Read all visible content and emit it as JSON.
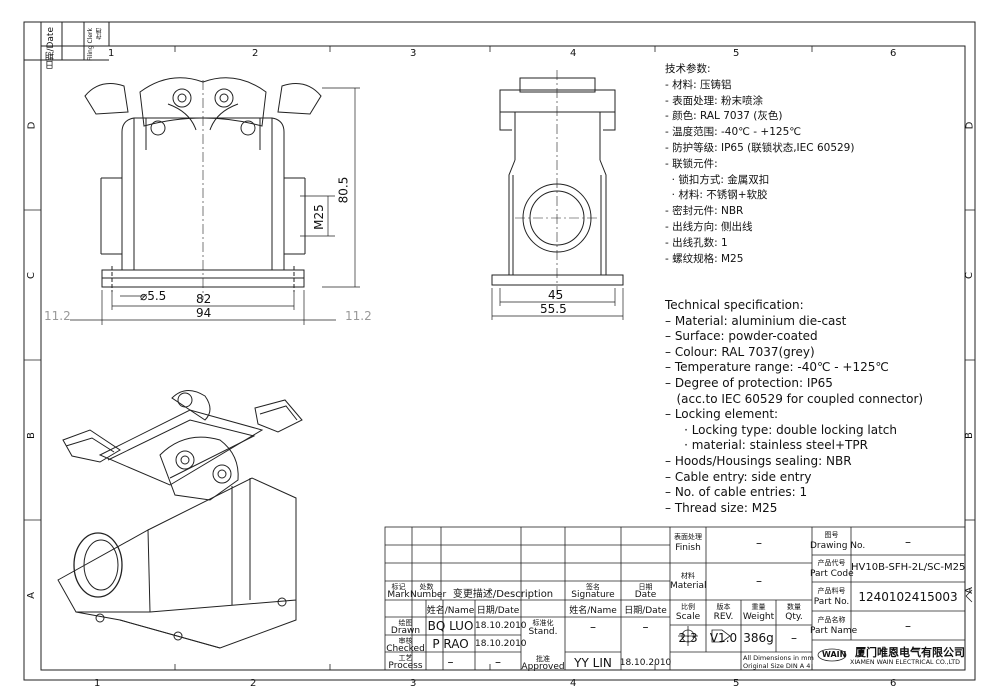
{
  "zones": {
    "top": [
      "1",
      "2",
      "3",
      "4",
      "5",
      "6"
    ],
    "bottom": [
      "1",
      "2",
      "3",
      "4",
      "5",
      "6"
    ],
    "left": [
      "D",
      "C",
      "B",
      "A"
    ],
    "right": [
      "D",
      "C",
      "B",
      "A"
    ]
  },
  "corner_stamp": {
    "date": "日期/Date",
    "filing": "Filing Clerk",
    "filing_cn": "存档"
  },
  "dimensions": {
    "d80_5": "80.5",
    "m25": "M25",
    "d5_5": "⌀5.5",
    "d82": "82",
    "d94": "94",
    "d11_2_left": "11.2",
    "d11_2_right": "11.2",
    "d45": "45",
    "d55_5": "55.5"
  },
  "spec_cn": [
    "技术参数:",
    "- 材料: 压铸铝",
    "- 表面处理: 粉末喷涂",
    "- 颜色: RAL 7037 (灰色)",
    "- 温度范围: -40℃ - +125℃",
    "- 防护等级: IP65 (联锁状态,IEC 60529)",
    "- 联锁元件:",
    "  · 锁扣方式: 金属双扣",
    "  · 材料: 不锈钢+软胶",
    "- 密封元件: NBR",
    "- 出线方向: 侧出线",
    "- 出线孔数: 1",
    "- 螺纹规格: M25"
  ],
  "spec_en": [
    "Technical specification:",
    "– Material: aluminium die-cast",
    "– Surface: powder-coated",
    "– Colour: RAL 7037(grey)",
    "– Temperature range: -40℃ - +125℃",
    "– Degree of protection: IP65",
    "   (acc.to IEC 60529 for coupled connector)",
    "– Locking element:",
    "     · Locking type: double locking latch",
    "     · material: stainless steel+TPR",
    "– Hoods/Housings sealing: NBR",
    "– Cable entry: side entry",
    "– No. of cable entries: 1",
    "– Thread size: M25"
  ],
  "title_block": {
    "mark_cn": "标记",
    "mark": "Mark",
    "number_cn": "处数",
    "number": "Number",
    "description": "变更描述/Description",
    "signature_cn": "签名",
    "signature": "Signature",
    "date_cn": "日期",
    "date": "Date",
    "name_hdr": "姓名/Name",
    "date_hdr": "日期/Date",
    "name_hdr2": "姓名/Name",
    "date_hdr2": "日期/Date",
    "drawn_cn": "绘图",
    "drawn": "Drawn",
    "drawn_name": "BQ LUO",
    "drawn_date": "18.10.2010",
    "checked_cn": "审核",
    "checked": "Checked",
    "checked_name": "P RAO",
    "checked_date": "18.10.2010",
    "process_cn": "工艺",
    "process": "Process",
    "process_name": "–",
    "process_date": "–",
    "stand_cn": "标准化",
    "stand": "Stand.",
    "stand_name": "–",
    "stand_date": "–",
    "approved_cn": "批准",
    "approved": "Approved",
    "approved_name": "YY LIN",
    "approved_date": "18.10.2010",
    "finish_cn": "表面处理",
    "finish": "Finish",
    "finish_val": "–",
    "material_cn": "材料",
    "material": "Material",
    "material_val": "–",
    "scale_cn": "比例",
    "scale": "Scale",
    "scale_val": "2:3",
    "rev_cn": "版本",
    "rev": "REV.",
    "rev_val": "V1.0",
    "weight_cn": "重量",
    "weight": "Weight",
    "weight_val": "386g",
    "qty_cn": "数量",
    "qty": "Qty.",
    "qty_val": "–",
    "drawing_no_cn": "图号",
    "drawing_no": "Drawing No.",
    "drawing_no_val": "–",
    "part_code_cn": "产品代号",
    "part_code": "Part Code",
    "part_code_val": "HV10B-SFH-2L/SC-M25",
    "part_no_cn": "产品料号",
    "part_no": "Part No.",
    "part_no_val": "1240102415003",
    "part_name_cn": "产品名称",
    "part_name": "Part Name",
    "part_name_val": "–",
    "note1": "All Dimensions in mm",
    "note2": "Original Size DIN A 4",
    "company_cn": "厦门唯恩电气有限公司",
    "company_en": "XIAMEN WAIN ELECTRICAL CO.,LTD",
    "logo_text": "WAIN"
  }
}
